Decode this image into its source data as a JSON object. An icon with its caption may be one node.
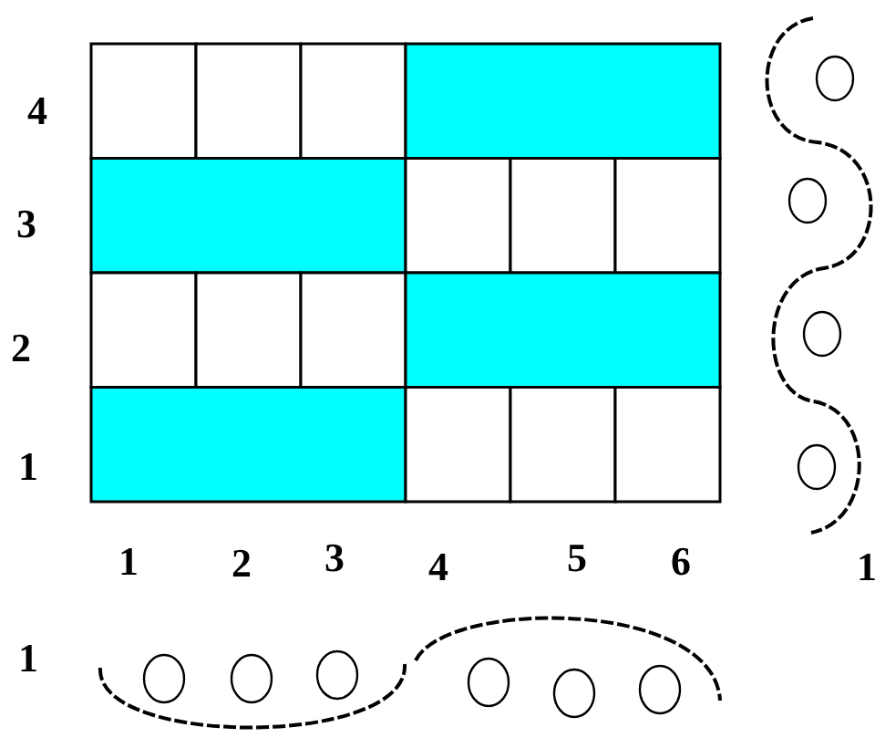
{
  "diagram": {
    "labels": [
      "4",
      "3",
      "2",
      "1",
      "1",
      "2",
      "3",
      "4",
      "5",
      "6",
      "1",
      "1"
    ]
  }
}
